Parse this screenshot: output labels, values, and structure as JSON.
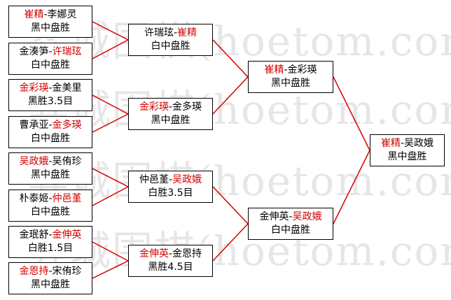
{
  "watermark": {
    "lines": [
      "弈城围棋(hoetom.com)",
      "弈城围棋(hoetom.com)",
      "弈城围棋(hoetom.com)",
      "弈城围棋(hoetom.com)"
    ]
  },
  "colors": {
    "winner": "#d40000",
    "text": "#000000",
    "line": "#d40000",
    "box_border": "#000000"
  },
  "bracket": {
    "round1": [
      {
        "p1": "崔精",
        "p2": "李娜灵",
        "winner": 1,
        "result": "黑中盘胜"
      },
      {
        "p1": "金湊笋",
        "p2": "许瑞玹",
        "winner": 2,
        "result": "白中盘胜"
      },
      {
        "p1": "金彩瑛",
        "p2": "金美里",
        "winner": 1,
        "result": "黑胜3.5目"
      },
      {
        "p1": "曹承亚",
        "p2": "金多瑛",
        "winner": 2,
        "result": "白中盘胜"
      },
      {
        "p1": "吴政娥",
        "p2": "吴侑珍",
        "winner": 1,
        "result": "黑中盘胜"
      },
      {
        "p1": "朴泰姬",
        "p2": "仲邑堇",
        "winner": 2,
        "result": "白中盘胜"
      },
      {
        "p1": "金珉舒",
        "p2": "金伸英",
        "winner": 2,
        "result": "白胜1.5目"
      },
      {
        "p1": "金恩持",
        "p2": "宋侑珍",
        "winner": 1,
        "result": "黑中盘胜"
      }
    ],
    "round2": [
      {
        "p1": "许瑞玹",
        "p2": "崔精",
        "winner": 2,
        "result": "白中盘胜"
      },
      {
        "p1": "金彩瑛",
        "p2": "金多瑛",
        "winner": 1,
        "result": "黑中盘胜"
      },
      {
        "p1": "仲邑堇",
        "p2": "吴政娥",
        "winner": 2,
        "result": "白胜3.5目"
      },
      {
        "p1": "金伸英",
        "p2": "金恩持",
        "winner": 1,
        "result": "黑胜4.5目"
      }
    ],
    "round3": [
      {
        "p1": "崔精",
        "p2": "金彩瑛",
        "winner": 1,
        "result": "黑中盘胜"
      },
      {
        "p1": "金伸英",
        "p2": "吴政娥",
        "winner": 2,
        "result": "白中盘胜"
      }
    ],
    "final": [
      {
        "p1": "崔精",
        "p2": "吴政娥",
        "winner": 1,
        "result": "黑中盘胜"
      }
    ]
  }
}
